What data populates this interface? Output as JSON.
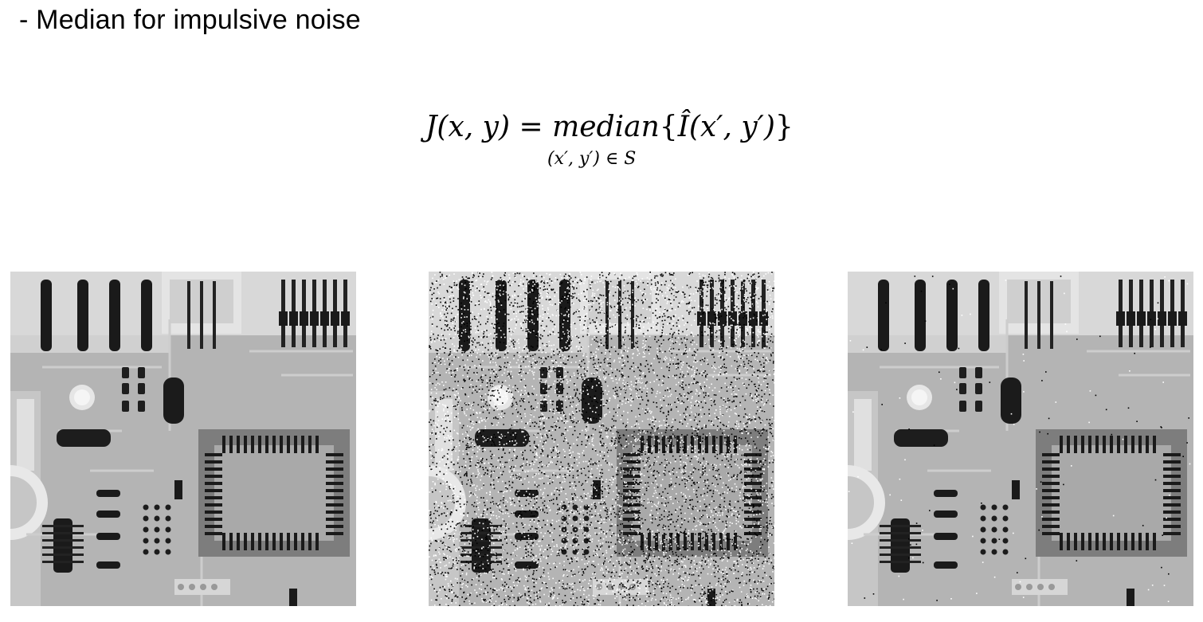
{
  "slide": {
    "title": "- Median for impulsive noise",
    "formula": {
      "lhs": "J(x, y)",
      "equals": "=",
      "operator": "median",
      "argument": "Î(x′, y′)",
      "subscript": "(x′, y′) ∈ S"
    }
  },
  "images": [
    {
      "name": "original-circuit-board-xray",
      "noise": "none"
    },
    {
      "name": "salt-and-pepper-noisy-circuit-board",
      "noise": "impulsive"
    },
    {
      "name": "median-filtered-circuit-board",
      "noise": "residual"
    }
  ]
}
